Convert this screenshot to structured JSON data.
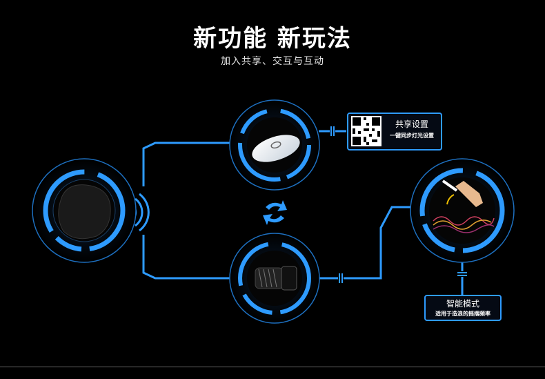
{
  "header": {
    "title": "新功能  新玩法",
    "subtitle": "加入共享、交互与互动"
  },
  "share_box": {
    "title": "共享设置",
    "subtitle": "一键同步灯光设置"
  },
  "mode_box": {
    "title": "智能模式",
    "subtitle": "适用于造浪的摇摆频率"
  },
  "colors": {
    "accent": "#2e9bff",
    "background": "#000000"
  },
  "icons": [
    "controller-device",
    "light-device",
    "wave-pump-device",
    "sync-arrows-icon",
    "gesture-wave-icon",
    "qr-code"
  ]
}
